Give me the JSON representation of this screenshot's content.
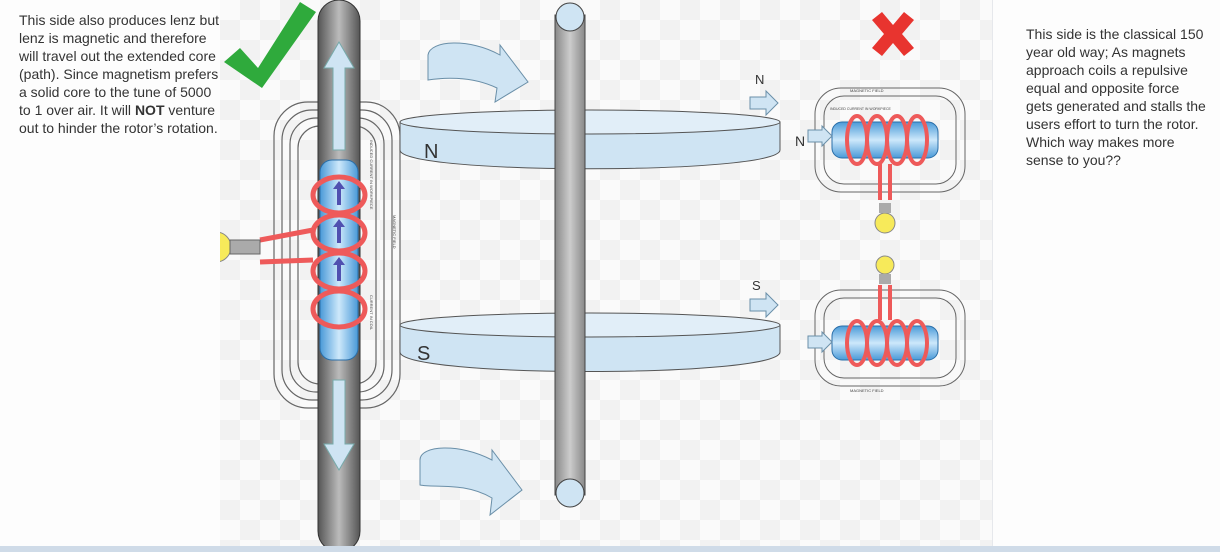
{
  "left_note": {
    "before": "This side also produces lenz but lenz is magnetic and therefore will travel out the extended core (path). Since magnetism prefers a solid core to the tune of 5000 to 1 over air. It will ",
    "bold": "NOT",
    "after": " venture out to hinder the rotor’s rotation."
  },
  "right_note": "This side is the classical 150 year old way; As magnets approach coils a repulsive equal and opposite force gets generated and stalls the users effort to turn the rotor. Which way makes more sense to you??",
  "diagram": {
    "disc_n": "N",
    "disc_s": "S",
    "arrow_n": "N",
    "arrow_s": "S",
    "magnet_n": "N",
    "labels": {
      "magnetic_field": "MAGNETIC FIELD",
      "induced_current": "INDUCED CURRENT IN WORKPIECE",
      "current_in_coil": "CURRENT IN COIL"
    },
    "icons": {
      "good": "check-icon",
      "bad": "cross-icon",
      "lamp": "lightbulb-icon"
    },
    "colors": {
      "check": "#2faa3c",
      "cross": "#e8342f",
      "coil": "#ee5a5a",
      "core": "#6fb4e6",
      "disc": "#cfe4f3"
    }
  }
}
